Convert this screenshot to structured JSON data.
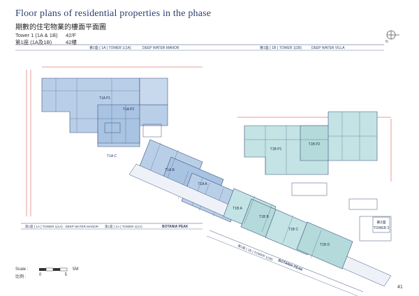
{
  "header": {
    "title_en": "Floor plans of residential properties in the phase",
    "title_cn": "期數的住宅物業的樓面平面圖"
  },
  "tower_info": {
    "tower_en": "Tower 1 (1A & 1B)",
    "floor_en": "42/F",
    "tower_cn": "第1座 (1A及1B)",
    "floor_cn": "42樓"
  },
  "labels": {
    "top_left_band": "第1座 ( 1A ) TOWER 1(1A)",
    "top_left_name": "DEEP WATER MANOR",
    "top_right_band": "第1座 ( 1B ) TOWER 1(1B)",
    "top_right_name": "DEEP WATER VILLA",
    "bottom_left_band": "第1座 ( 1A ) TOWER 1(1A) · DEEP WATER MANOR",
    "bottom_mid_band": "第1座 ( 1A ) TOWER 1(1A)",
    "bottom_mid_name": "BOTANIA PEAK",
    "bottom_right_band": "第1座 ( 1B ) TOWER 1(1B)",
    "bottom_right_name": "BOTANIA PEAK",
    "tower2_cn": "第2座",
    "tower2_en": "TOWER 2"
  },
  "units": [
    "T1A P1",
    "T1A P2",
    "T1A C",
    "T1A B",
    "T1A A",
    "T1B A",
    "T1B B",
    "T1B C",
    "T1B D",
    "T1B P1",
    "T1B P2"
  ],
  "scale": {
    "label_en": "Scale :",
    "label_cn": "比例 :",
    "unit": "5M",
    "zero": "0",
    "five": "5"
  },
  "page_number": "41",
  "colors": {
    "tower1a_fill": "#b9cfe8",
    "tower1b_fill": "#c3e3e4",
    "line": "#3b4f7a",
    "red_dim": "#d23a3a"
  }
}
